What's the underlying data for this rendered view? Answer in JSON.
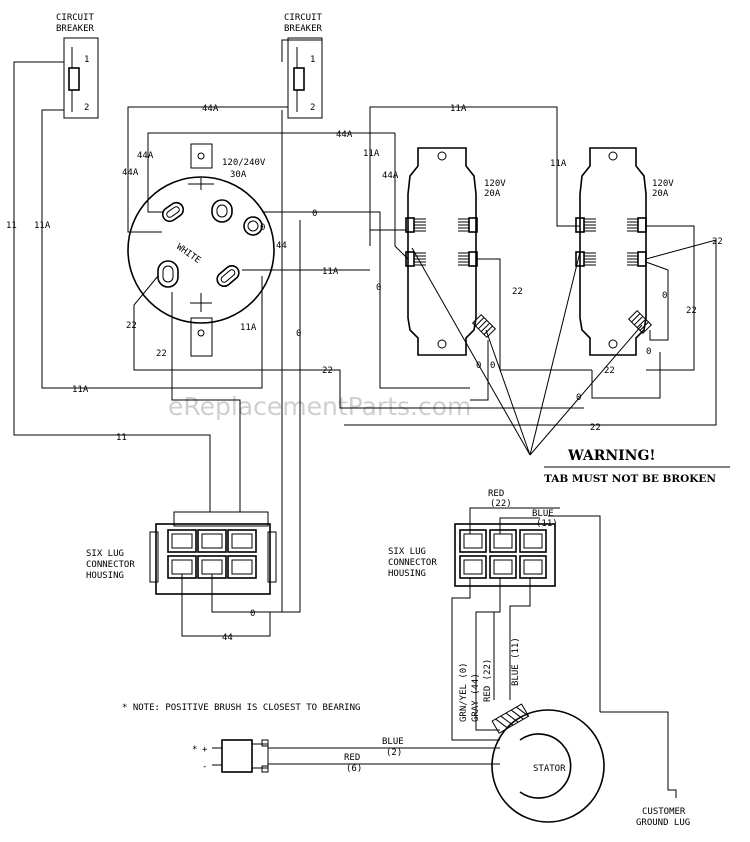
{
  "breaker_left": {
    "title_1": "CIRCUIT",
    "title_2": "BREAKER",
    "pos_1": "1",
    "pos_2": "2"
  },
  "breaker_right": {
    "title_1": "CIRCUIT",
    "title_2": "BREAKER",
    "pos_1": "1",
    "pos_2": "2"
  },
  "outlet_main": {
    "rating_1": "120/240V",
    "rating_2": "30A",
    "white": "WHITE"
  },
  "duplex_left": {
    "rating_1": "120V",
    "rating_2": "20A"
  },
  "duplex_right": {
    "rating_1": "120V",
    "rating_2": "20A"
  },
  "wire_labels": {
    "w11": "11",
    "w11a": "11A",
    "w44a": "44A",
    "w44": "44",
    "w0": "0",
    "w22": "22"
  },
  "warning": {
    "title": "WARNING!",
    "text": "TAB MUST NOT BE BROKEN"
  },
  "watermark": "eReplacementParts.com",
  "connector_left": {
    "label_1": "SIX LUG",
    "label_2": "CONNECTOR",
    "label_3": "HOUSING"
  },
  "connector_right": {
    "label_1": "SIX LUG",
    "label_2": "CONNECTOR",
    "label_3": "HOUSING"
  },
  "stator_wires": {
    "red": "RED",
    "red_num": "(22)",
    "blue": "BLUE",
    "blue_num": "(11)",
    "grn": "GRN/YEL (0)",
    "gray": "GRAY (44)",
    "red22": "RED (22)",
    "blue11": "BLUE (11)"
  },
  "note": "* NOTE: POSITIVE BRUSH IS CLOSEST TO BEARING",
  "brush": {
    "star": "*",
    "plus": "+",
    "minus": "-",
    "blue": "BLUE",
    "blue_num": "(2)",
    "red": "RED",
    "red_num": "(6)"
  },
  "stator": "STATOR",
  "ground": {
    "line_1": "CUSTOMER",
    "line_2": "GROUND LUG"
  }
}
